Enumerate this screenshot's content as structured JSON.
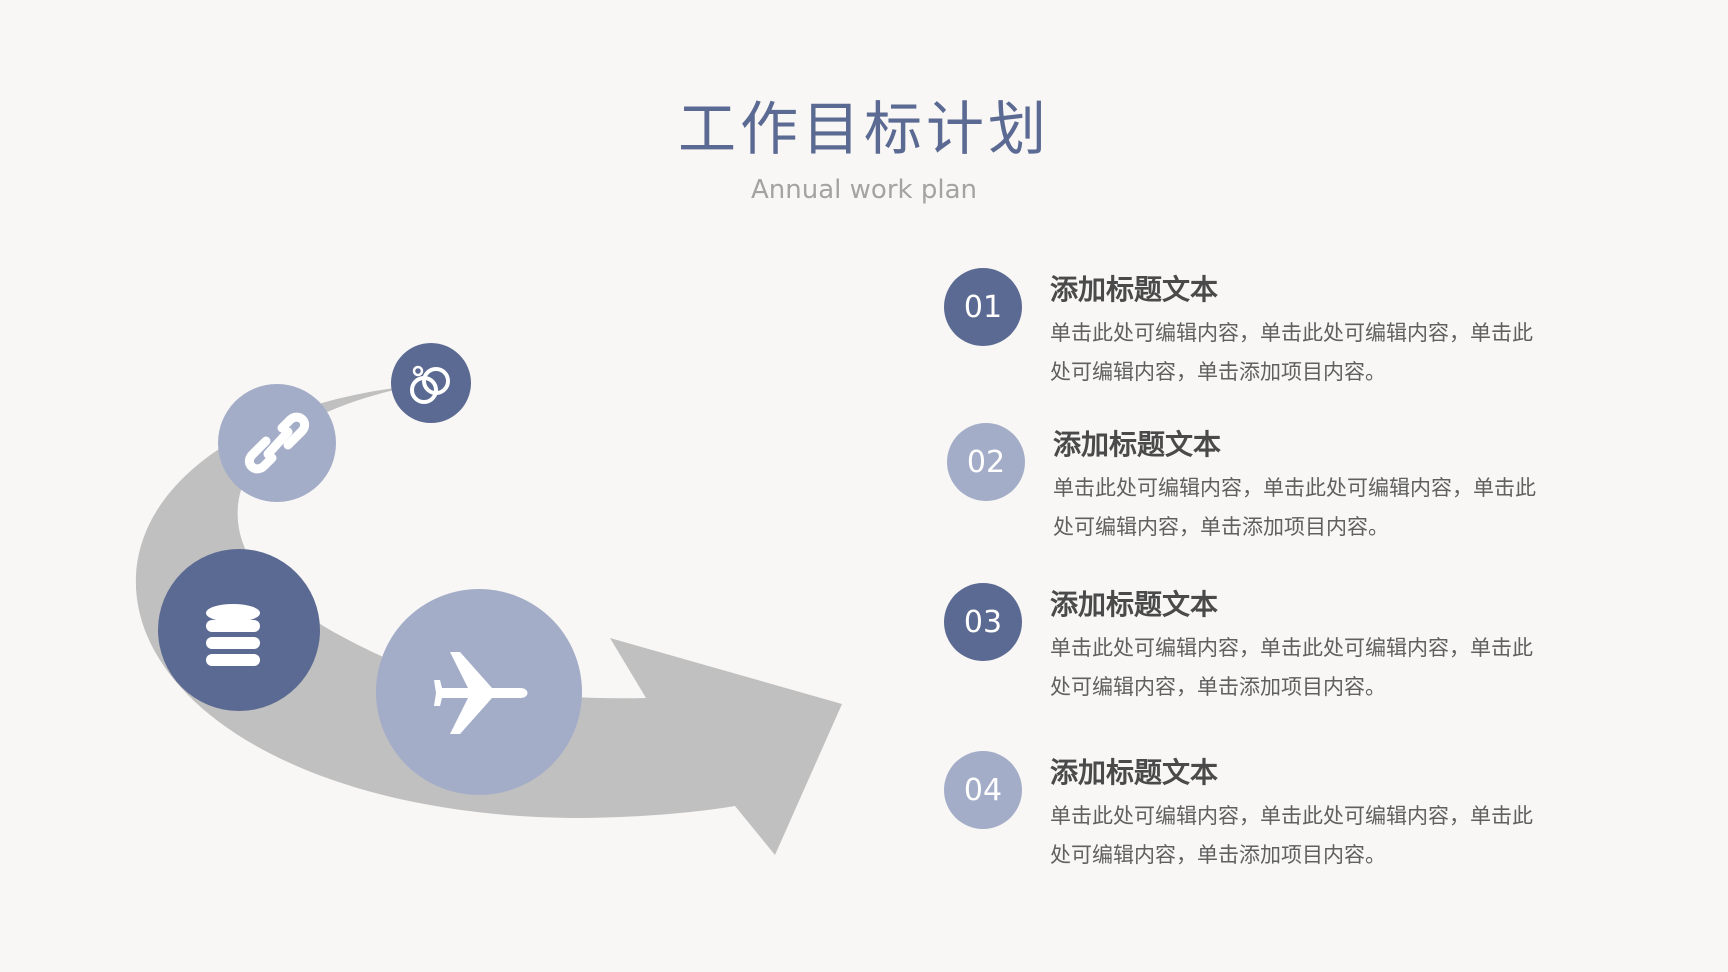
{
  "header": {
    "title": "工作目标计划",
    "subtitle": "Annual work plan"
  },
  "colors": {
    "dark_accent": "#5b6a92",
    "light_accent": "#a4adc8",
    "arrow_gray": "#c0c0c0",
    "background": "#f8f7f5"
  },
  "diagram": {
    "icons": [
      "rings-icon",
      "link-icon",
      "database-icon",
      "airplane-icon"
    ]
  },
  "items": [
    {
      "number": "01",
      "title": "添加标题文本",
      "description": "单击此处可编辑内容，单击此处可编辑内容，单击此处可编辑内容，单击添加项目内容。"
    },
    {
      "number": "02",
      "title": "添加标题文本",
      "description": "单击此处可编辑内容，单击此处可编辑内容，单击此处可编辑内容，单击添加项目内容。"
    },
    {
      "number": "03",
      "title": "添加标题文本",
      "description": "单击此处可编辑内容，单击此处可编辑内容，单击此处可编辑内容，单击添加项目内容。"
    },
    {
      "number": "04",
      "title": "添加标题文本",
      "description": "单击此处可编辑内容，单击此处可编辑内容，单击此处可编辑内容，单击添加项目内容。"
    }
  ]
}
